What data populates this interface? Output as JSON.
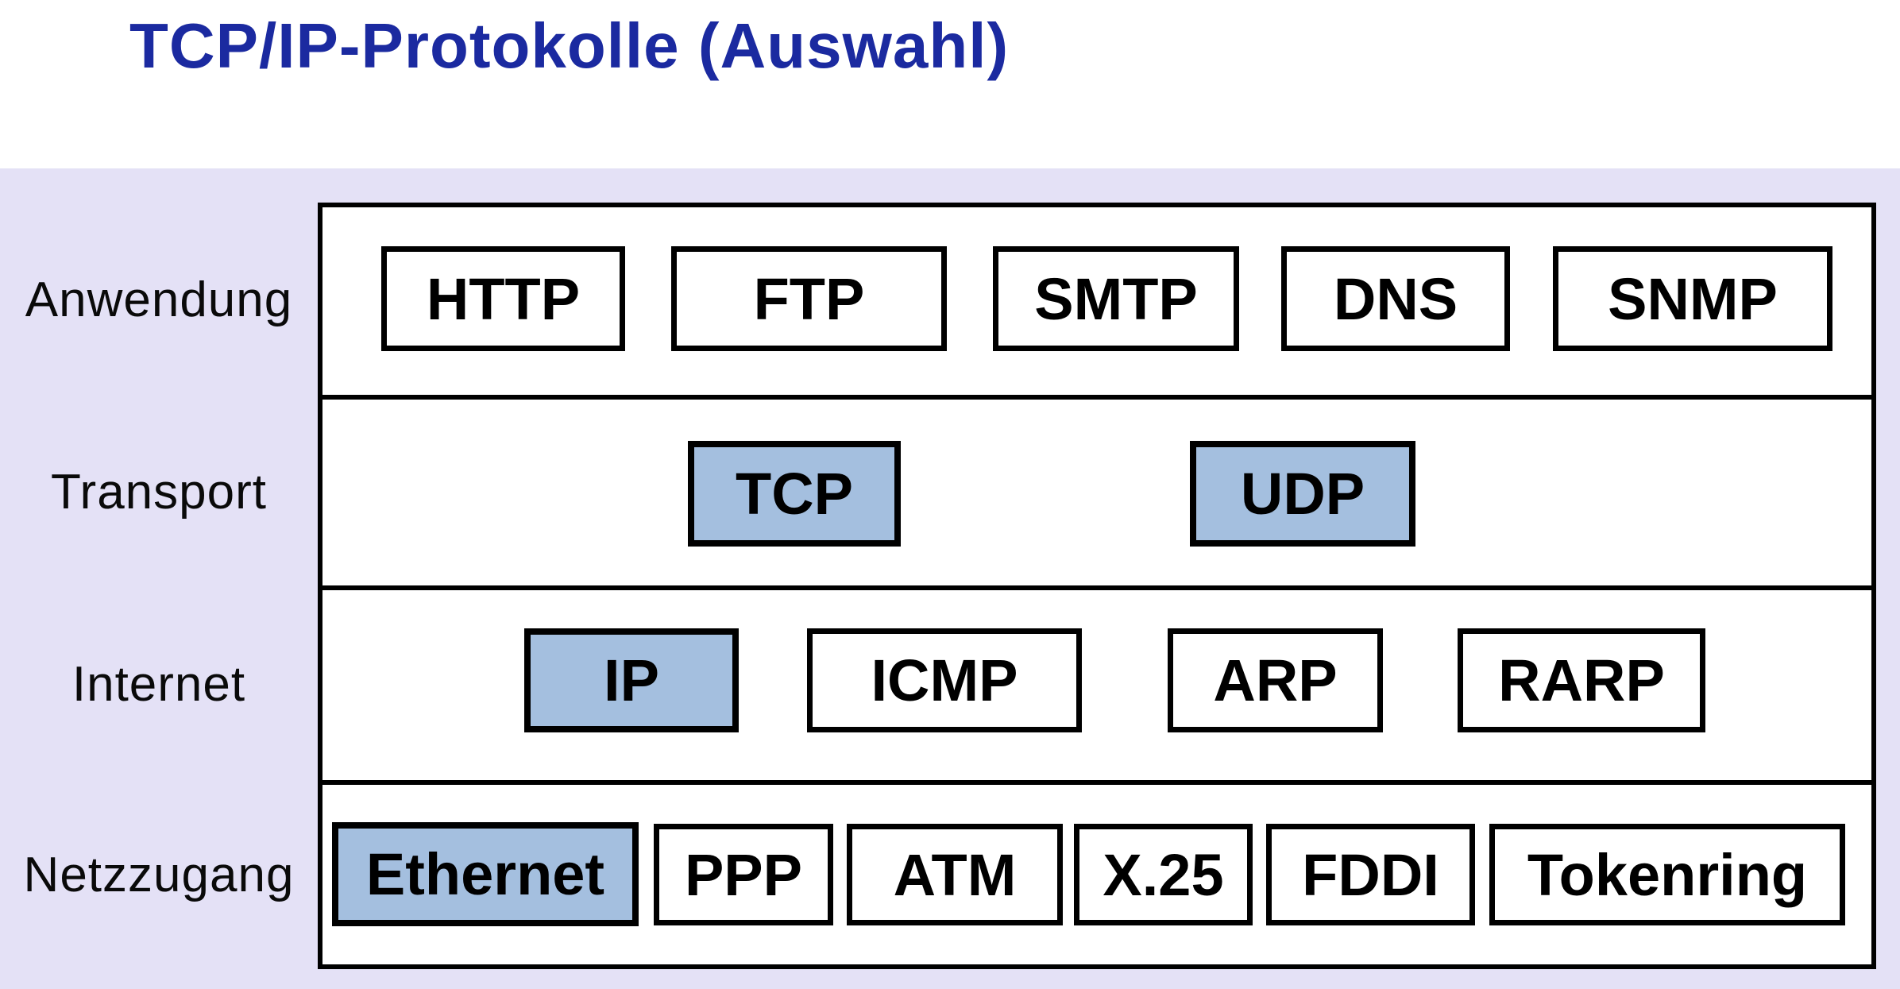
{
  "slide": {
    "title": "TCP/IP-Protokolle (Auswahl)"
  },
  "colors": {
    "title_text": "#1b2aa0",
    "body_background": "#e4e1f6",
    "table_background": "#ffffff",
    "highlight_fill": "#a4bfdf",
    "box_fill": "#ffffff",
    "border": "#000000",
    "text": "#000000"
  },
  "layers": [
    {
      "label": "Anwendung",
      "boxes": [
        {
          "label": "HTTP",
          "highlighted": false
        },
        {
          "label": "FTP",
          "highlighted": false
        },
        {
          "label": "SMTP",
          "highlighted": false
        },
        {
          "label": "DNS",
          "highlighted": false
        },
        {
          "label": "SNMP",
          "highlighted": false
        }
      ]
    },
    {
      "label": "Transport",
      "boxes": [
        {
          "label": "TCP",
          "highlighted": true
        },
        {
          "label": "UDP",
          "highlighted": true
        }
      ]
    },
    {
      "label": "Internet",
      "boxes": [
        {
          "label": "IP",
          "highlighted": true
        },
        {
          "label": "ICMP",
          "highlighted": false
        },
        {
          "label": "ARP",
          "highlighted": false
        },
        {
          "label": "RARP",
          "highlighted": false
        }
      ]
    },
    {
      "label": "Netzzugang",
      "boxes": [
        {
          "label": "Ethernet",
          "highlighted": true
        },
        {
          "label": "PPP",
          "highlighted": false
        },
        {
          "label": "ATM",
          "highlighted": false
        },
        {
          "label": "X.25",
          "highlighted": false
        },
        {
          "label": "FDDI",
          "highlighted": false
        },
        {
          "label": "Tokenring",
          "highlighted": false
        }
      ]
    }
  ]
}
